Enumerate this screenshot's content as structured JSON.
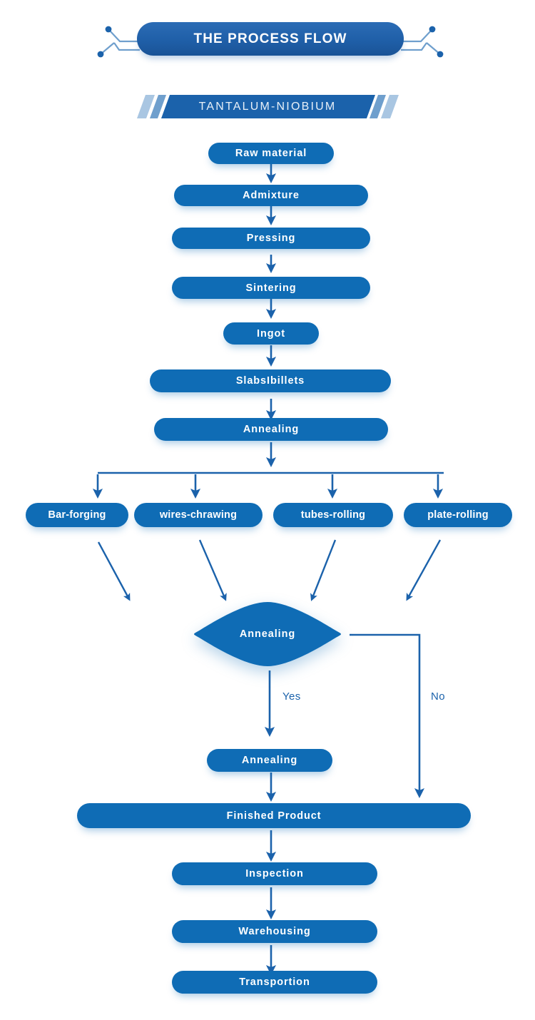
{
  "header": {
    "title": "THE PROCESS FLOW",
    "accent_color": "#1f5fa8",
    "circuit_dot_color": "#1b62ab"
  },
  "subtitle": {
    "text": "TANTALUM-NIOBIUM",
    "band_color": "#1b62ab",
    "stripe_light_color": "#a9c6e2"
  },
  "theme": {
    "node_color": "#0f6cb5",
    "node_text_color": "#ffffff",
    "connector_color": "#1b62ab",
    "background_color": "#ffffff"
  },
  "chart_data": {
    "type": "diagram",
    "title": "THE PROCESS FLOW",
    "subtitle": "TANTALUM-NIOBIUM",
    "nodes": [
      {
        "id": "raw-material",
        "label": "Raw material",
        "shape": "pill"
      },
      {
        "id": "admixture",
        "label": "Admixture",
        "shape": "pill"
      },
      {
        "id": "pressing",
        "label": "Pressing",
        "shape": "pill"
      },
      {
        "id": "sintering",
        "label": "Sintering",
        "shape": "pill"
      },
      {
        "id": "ingot",
        "label": "Ingot",
        "shape": "pill"
      },
      {
        "id": "slabs-billets",
        "label": "SlabsIbillets",
        "shape": "pill"
      },
      {
        "id": "annealing-1",
        "label": "Annealing",
        "shape": "pill"
      },
      {
        "id": "bar-forging",
        "label": "Bar-forging",
        "shape": "pill"
      },
      {
        "id": "wires-chrawing",
        "label": "wires-chrawing",
        "shape": "pill"
      },
      {
        "id": "tubes-rolling",
        "label": "tubes-rolling",
        "shape": "pill"
      },
      {
        "id": "plate-rolling",
        "label": "plate-rolling",
        "shape": "pill"
      },
      {
        "id": "annealing-check",
        "label": "Annealing",
        "shape": "diamond"
      },
      {
        "id": "annealing-2",
        "label": "Annealing",
        "shape": "pill"
      },
      {
        "id": "finished-product",
        "label": "Finished Product",
        "shape": "pill"
      },
      {
        "id": "inspection",
        "label": "Inspection",
        "shape": "pill"
      },
      {
        "id": "warehousing",
        "label": "Warehousing",
        "shape": "pill"
      },
      {
        "id": "transportion",
        "label": "Transportion",
        "shape": "pill"
      }
    ],
    "edges": [
      {
        "from": "raw-material",
        "to": "admixture",
        "label": ""
      },
      {
        "from": "admixture",
        "to": "pressing",
        "label": ""
      },
      {
        "from": "pressing",
        "to": "sintering",
        "label": ""
      },
      {
        "from": "sintering",
        "to": "ingot",
        "label": ""
      },
      {
        "from": "ingot",
        "to": "slabs-billets",
        "label": ""
      },
      {
        "from": "slabs-billets",
        "to": "annealing-1",
        "label": ""
      },
      {
        "from": "annealing-1",
        "to": "bar-forging",
        "label": ""
      },
      {
        "from": "annealing-1",
        "to": "wires-chrawing",
        "label": ""
      },
      {
        "from": "annealing-1",
        "to": "tubes-rolling",
        "label": ""
      },
      {
        "from": "annealing-1",
        "to": "plate-rolling",
        "label": ""
      },
      {
        "from": "bar-forging",
        "to": "annealing-check",
        "label": ""
      },
      {
        "from": "wires-chrawing",
        "to": "annealing-check",
        "label": ""
      },
      {
        "from": "tubes-rolling",
        "to": "annealing-check",
        "label": ""
      },
      {
        "from": "plate-rolling",
        "to": "annealing-check",
        "label": ""
      },
      {
        "from": "annealing-check",
        "to": "annealing-2",
        "label": "Yes"
      },
      {
        "from": "annealing-check",
        "to": "finished-product",
        "label": "No"
      },
      {
        "from": "annealing-2",
        "to": "finished-product",
        "label": ""
      },
      {
        "from": "finished-product",
        "to": "inspection",
        "label": ""
      },
      {
        "from": "inspection",
        "to": "warehousing",
        "label": ""
      },
      {
        "from": "warehousing",
        "to": "transportion",
        "label": ""
      }
    ],
    "edge_labels": {
      "yes": "Yes",
      "no": "No"
    }
  }
}
